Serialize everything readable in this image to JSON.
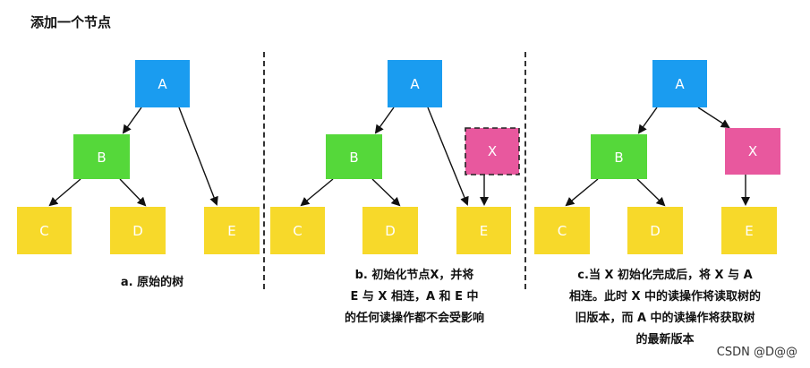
{
  "heading": "添加一个节点",
  "nodes": {
    "A": "A",
    "B": "B",
    "C": "C",
    "D": "D",
    "E": "E",
    "X": "X"
  },
  "captions": {
    "a": [
      "a. 原始的树"
    ],
    "b": [
      "b. 初始化节点X，并将",
      "E 与 X 相连，A 和 E 中",
      "的任何读操作都不会受影响"
    ],
    "c": [
      "c.当 X 初始化完成后，将 X 与 A",
      "相连。此时 X 中的读操作将读取树的",
      "旧版本，而 A 中的读操作将获取树",
      "的最新版本"
    ]
  },
  "watermark": "CSDN @D@@",
  "colors": {
    "blue": "#1a9cf0",
    "green": "#55d83a",
    "yellow": "#f7d92a",
    "pink": "#e8589e"
  }
}
